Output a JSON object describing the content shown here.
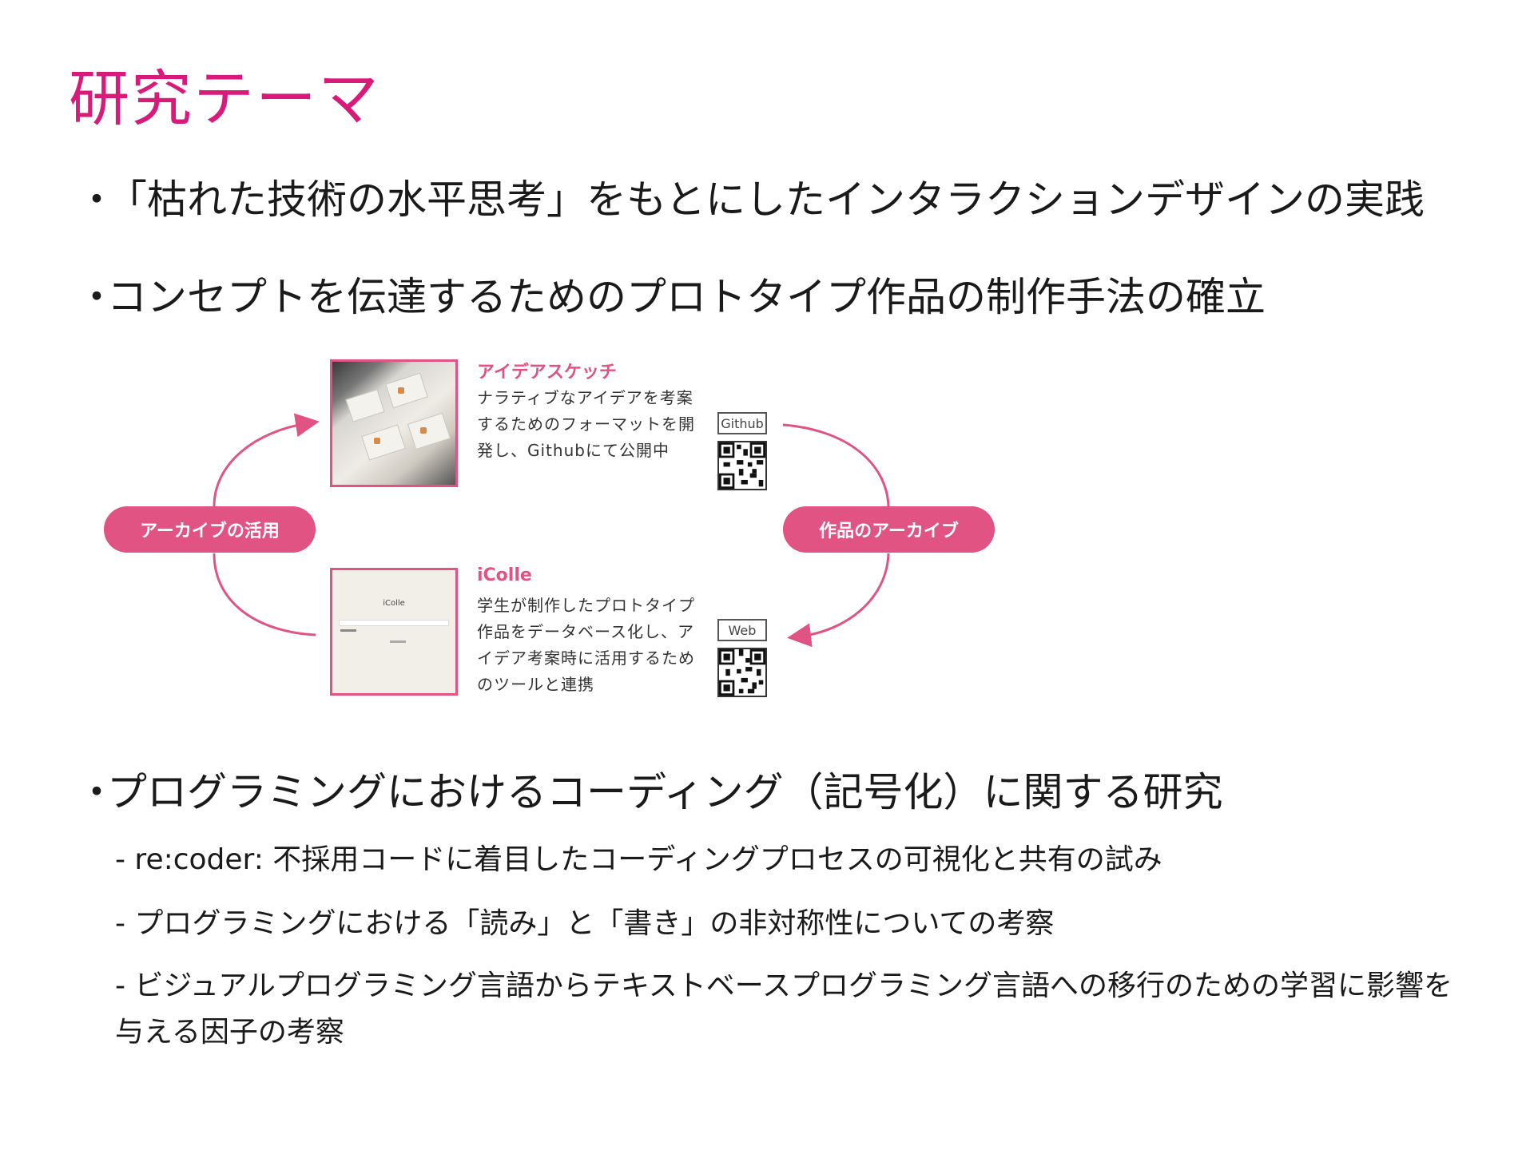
{
  "title": "研究テーマ",
  "bullets": [
    "「枯れた技術の水平思考」をもとにしたインタラクションデザインの実践",
    "コンセプトを伝達するためのプロトタイプ作品の制作手法の確立",
    "プログラミングにおけるコーディング（記号化）に関する研究"
  ],
  "bullet_marker": "・",
  "diagram": {
    "left_pill": "アーカイブの活用",
    "right_pill": "作品のアーカイブ",
    "card1": {
      "title": "アイデアスケッチ",
      "body": "ナラティブなアイデアを考案するためのフォーマットを開発し、Githubにて公開中",
      "tag": "Github"
    },
    "card2": {
      "title": "iColle",
      "body": "学生が制作したプロトタイプ作品をデータベース化し、アイデア考案時に活用するためのツールと連携",
      "tag": "Web",
      "screen_title": "iColle"
    },
    "accent_color": "#e05383"
  },
  "subitems": [
    "- re:coder: 不採用コードに着目したコーディングプロセスの可視化と共有の試み",
    "- プログラミングにおける「読み」と「書き」の非対称性についての考察",
    "- ビジュアルプログラミング言語からテキストベースプログラミング言語への移行のための学習に影響を与える因子の考察"
  ]
}
